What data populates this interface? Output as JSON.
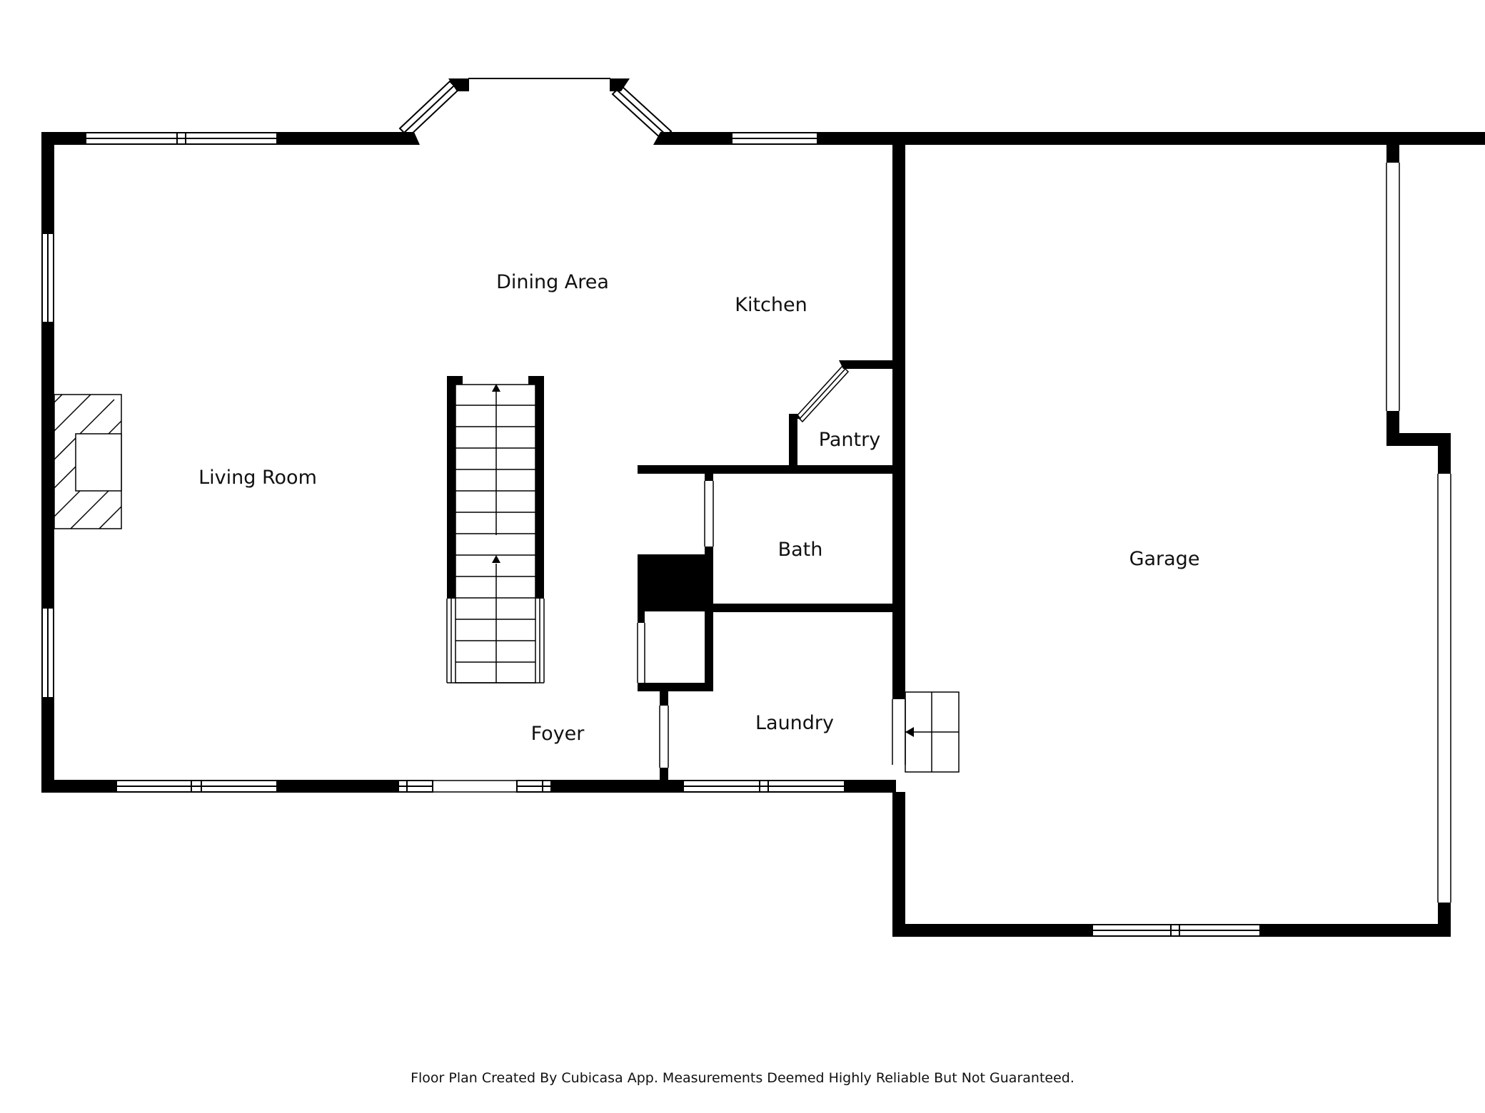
{
  "rooms": {
    "living_room": "Living Room",
    "dining_area": "Dining Area",
    "kitchen": "Kitchen",
    "pantry": "Pantry",
    "bath": "Bath",
    "laundry": "Laundry",
    "foyer": "Foyer",
    "garage": "Garage"
  },
  "footer": {
    "note": "Floor Plan Created By Cubicasa App. Measurements Deemed Highly Reliable But Not Guaranteed."
  },
  "colors": {
    "wall": "#000000",
    "background": "#ffffff"
  }
}
